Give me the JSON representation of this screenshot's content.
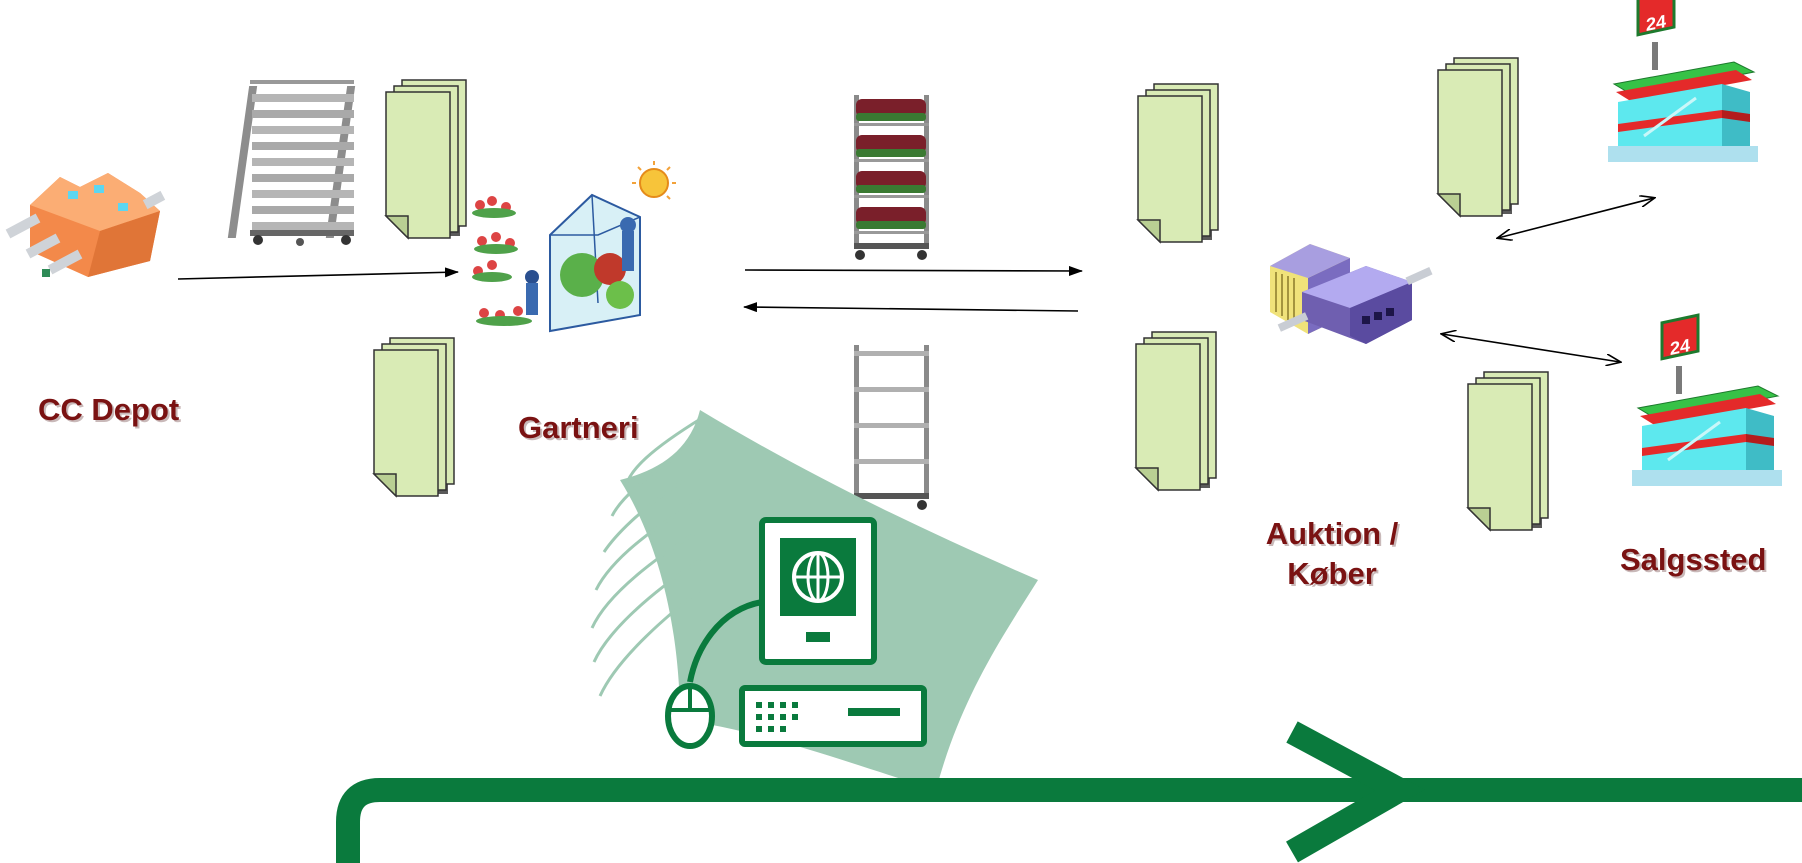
{
  "nodes": {
    "cc_depot": {
      "label": "CC Depot"
    },
    "gartneri": {
      "label": "Gartneri"
    },
    "auktion": {
      "label_line1": "Auktion /",
      "label_line2": "Køber"
    },
    "salgssted": {
      "label": "Salgssted"
    }
  },
  "store_sign": "24",
  "colors": {
    "label_text": "#7a1212",
    "document_fill": "#d9ebb5",
    "flow_green": "#0a7a3d",
    "paper_green": "#9ec9b3",
    "computer_green": "#0a7a3d",
    "depot_orange": "#f3894a",
    "store_glass": "#5de8ee",
    "store_roof_red": "#e42a2a",
    "auction_purple": "#6f5fb0"
  },
  "icons": [
    "factory-icon",
    "empty-trolley-icon",
    "document-stack-icon",
    "greenhouse-icon",
    "full-flower-trolley-icon",
    "empty-shelf-trolley-icon",
    "auction-building-icon",
    "convenience-store-icon",
    "computer-icon",
    "arrow-icon"
  ]
}
